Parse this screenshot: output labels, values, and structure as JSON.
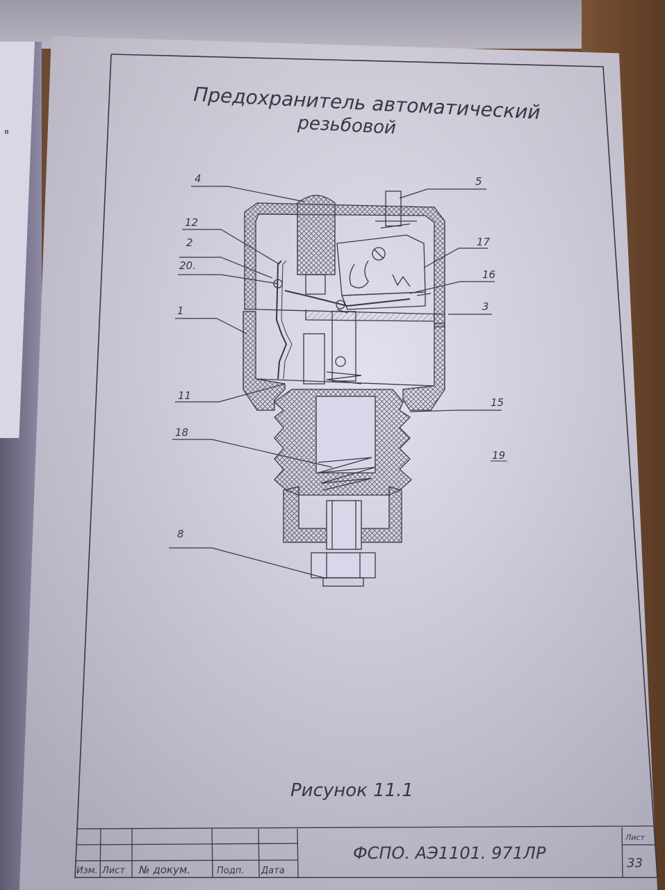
{
  "document": {
    "title_line1": "Предохранитель   автоматический",
    "title_line2": "резьбовой",
    "caption": "Рисунок  11.1",
    "designation": "ФСПО. АЭ1101. 971ЛР",
    "sheet_label": "Лист",
    "sheet_number": "33",
    "left_page_fragment": "я"
  },
  "callouts": [
    "4",
    "5",
    "12",
    "2",
    "20.",
    "17",
    "16",
    "1",
    "3",
    "11",
    "15",
    "18",
    "19",
    "8"
  ],
  "title_block": {
    "columns": [
      "Изм.",
      "Лист",
      "№ докум.",
      "Подп.",
      "Дата"
    ]
  },
  "colors": {
    "paper": "#d8d6e8",
    "ink": "#3a3644",
    "desk": "#6b4a33"
  }
}
